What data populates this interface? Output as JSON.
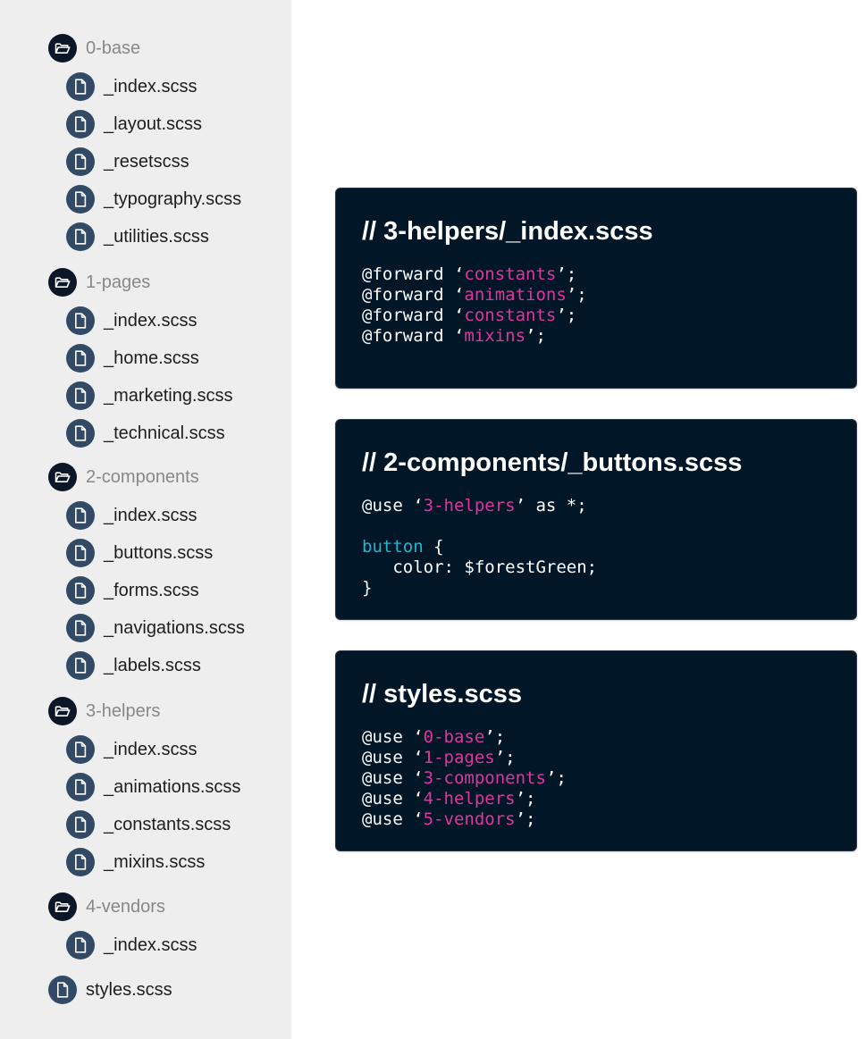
{
  "sidebar": {
    "folders": [
      {
        "label": "0-base",
        "files": [
          "_index.scss",
          "_layout.scss",
          "_resetscss",
          "_typography.scss",
          "_utilities.scss"
        ]
      },
      {
        "label": "1-pages",
        "files": [
          "_index.scss",
          "_home.scss",
          "_marketing.scss",
          "_technical.scss"
        ]
      },
      {
        "label": "2-components",
        "files": [
          "_index.scss",
          "_buttons.scss",
          "_forms.scss",
          "_navigations.scss",
          "_labels.scss"
        ]
      },
      {
        "label": "3-helpers",
        "files": [
          "_index.scss",
          "_animations.scss",
          "_constants.scss",
          "_mixins.scss"
        ]
      },
      {
        "label": "4-vendors",
        "files": [
          "_index.scss"
        ]
      }
    ],
    "root_file": "styles.scss"
  },
  "cards": [
    {
      "title": "// 3-helpers/_index.scss",
      "lines": [
        {
          "kw": "@forward ",
          "q1": "‘",
          "str": "constants",
          "q2": "’;"
        },
        {
          "kw": "@forward ",
          "q1": "‘",
          "str": "animations",
          "q2": "’;"
        },
        {
          "kw": "@forward ",
          "q1": "‘",
          "str": "constants",
          "q2": "’;"
        },
        {
          "kw": "@forward ",
          "q1": "‘",
          "str": "mixins",
          "q2": "’;"
        }
      ]
    },
    {
      "title": "// 2-components/_buttons.scss",
      "lines": [
        {
          "kw": "@use ",
          "q1": "‘",
          "str": "3-helpers",
          "q2": "’ as *;"
        },
        {
          "kw": ""
        },
        {
          "sel": "button",
          "kw": " {"
        },
        {
          "kw": "   color: $forestGreen;"
        },
        {
          "kw": "}"
        }
      ]
    },
    {
      "title": "// styles.scss",
      "lines": [
        {
          "kw": "@use ",
          "q1": "‘",
          "str": "0-base",
          "q2": "’;"
        },
        {
          "kw": "@use ",
          "q1": "‘",
          "str": "1-pages",
          "q2": "’;"
        },
        {
          "kw": "@use ",
          "q1": "‘",
          "str": "3-components",
          "q2": "’;"
        },
        {
          "kw": "@use ",
          "q1": "‘",
          "str": "4-helpers",
          "q2": "’;"
        },
        {
          "kw": "@use ",
          "q1": "‘",
          "str": "5-vendors",
          "q2": "’;"
        }
      ]
    }
  ],
  "icons": {
    "folder": "folder-open-icon",
    "file": "file-icon"
  },
  "colors": {
    "sidebar_bg": "#eeeeee",
    "card_bg": "#011627",
    "string": "#e0359b",
    "selector": "#1fb7d0",
    "folder_icon_bg": "#0b1628",
    "file_icon_bg": "#324a66"
  }
}
